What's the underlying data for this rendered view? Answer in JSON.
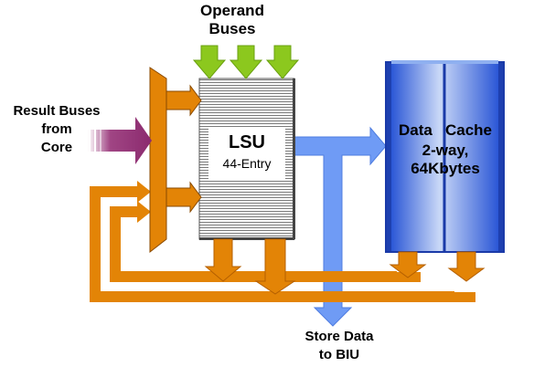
{
  "labels": {
    "operand_buses": [
      "Operand",
      "Buses"
    ],
    "result_buses": [
      "Result Buses",
      "from",
      "Core"
    ],
    "lsu_title": "LSU",
    "lsu_entries": "44-Entry",
    "cache_title": "Data   Cache",
    "cache_sub": [
      "2-way,",
      "64Kbytes"
    ],
    "store_data": [
      "Store Data",
      "to BIU"
    ]
  },
  "colors": {
    "orange": "#e38406",
    "orange_dark": "#b45f00",
    "green": "#8cc81e",
    "purple": "#8b2a6e",
    "blue_arrow": "#6f9bf5",
    "cache_blue": "#2f5cd8",
    "cache_light": "#d8e4fa"
  }
}
